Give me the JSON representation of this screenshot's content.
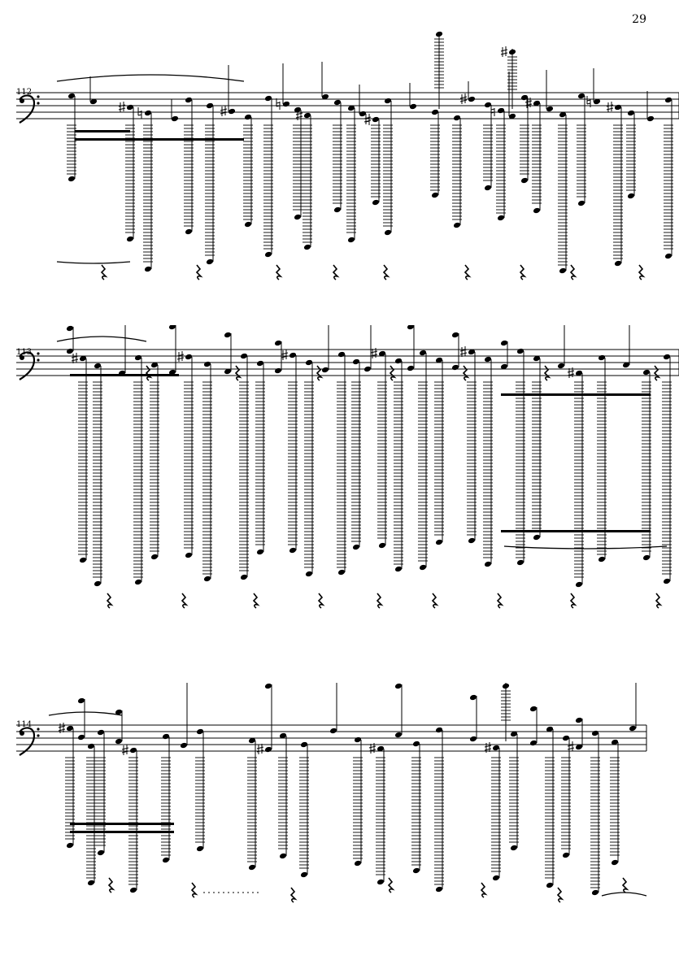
{
  "page": {
    "number": "29"
  },
  "systems": [
    {
      "measure": "112",
      "clef": "bass-clef"
    },
    {
      "measure": "113",
      "clef": "bass-clef"
    },
    {
      "measure": "114",
      "clef": "bass-clef"
    }
  ],
  "icons": [
    "bass-clef-icon",
    "notehead-icon",
    "rest-icon",
    "sharp-icon",
    "natural-icon",
    "eighth-rest-icon"
  ],
  "colors": {
    "ink": "#000000",
    "paper": "#ffffff"
  }
}
